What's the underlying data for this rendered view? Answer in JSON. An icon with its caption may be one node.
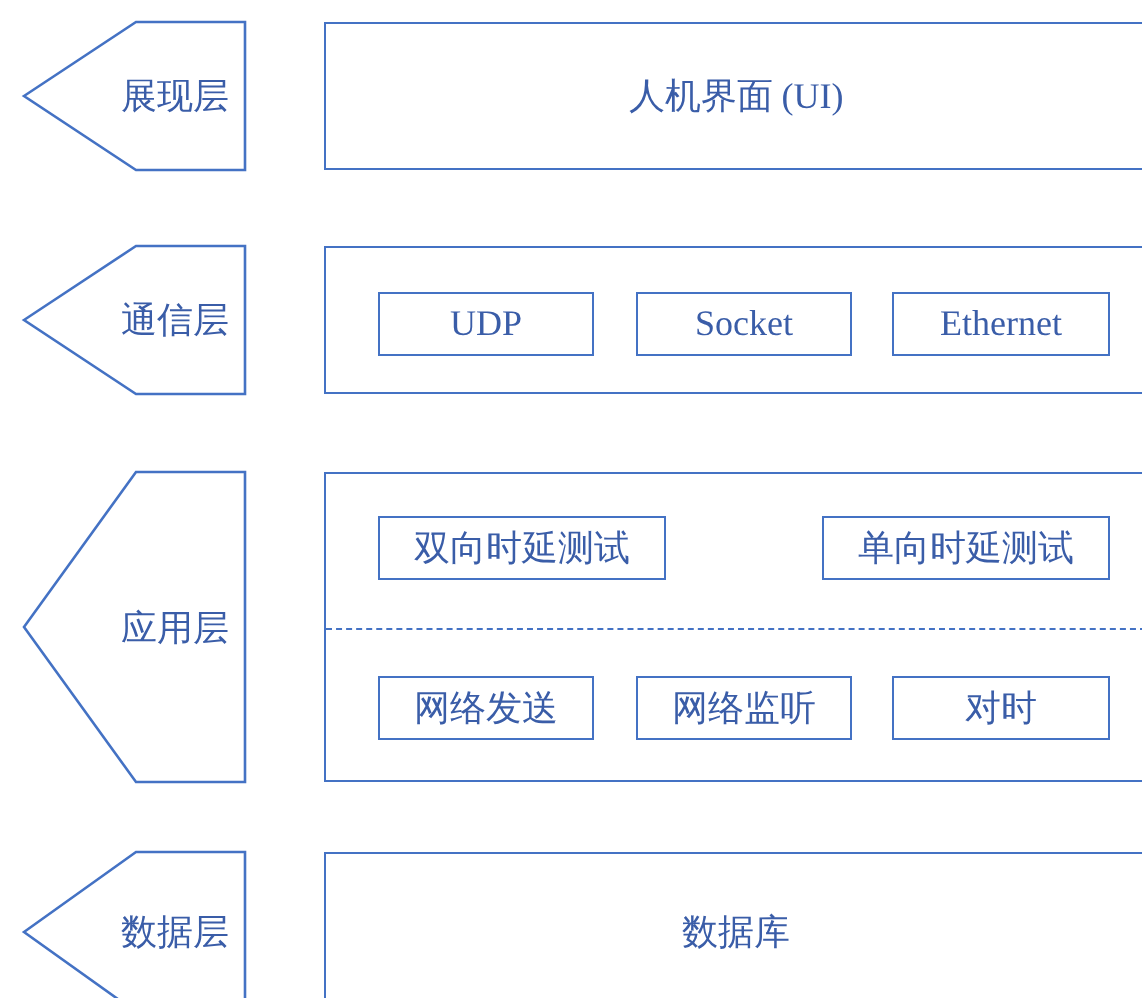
{
  "diagram": {
    "nodes": [
      {
        "text": [
          "展现层"
        ]
      },
      {
        "text": [
          "人机界面 (UI)"
        ]
      },
      {
        "text": [
          "通信层"
        ]
      },
      {
        "text": [],
        "shape": "box"
      },
      {
        "text": [
          "UDP"
        ],
        "in": 3
      },
      {
        "text": [
          "Socket"
        ],
        "in": 3
      },
      {
        "text": [
          "Ethernet"
        ],
        "in": 3
      },
      {
        "text": [
          "应用层"
        ]
      },
      {
        "text": [],
        "shape": "box"
      },
      {
        "text": [
          "双向时延测试"
        ],
        "in": 8
      },
      {
        "text": [
          "单向时延测试"
        ],
        "in": 8
      },
      {
        "text": [
          "网络发送"
        ],
        "in": 8
      },
      {
        "text": [
          "网络监听"
        ],
        "in": 8
      },
      {
        "text": [
          "对时"
        ],
        "in": 8
      },
      {
        "text": [
          "数据层"
        ]
      },
      {
        "text": [
          "数据库"
        ]
      }
    ]
  }
}
